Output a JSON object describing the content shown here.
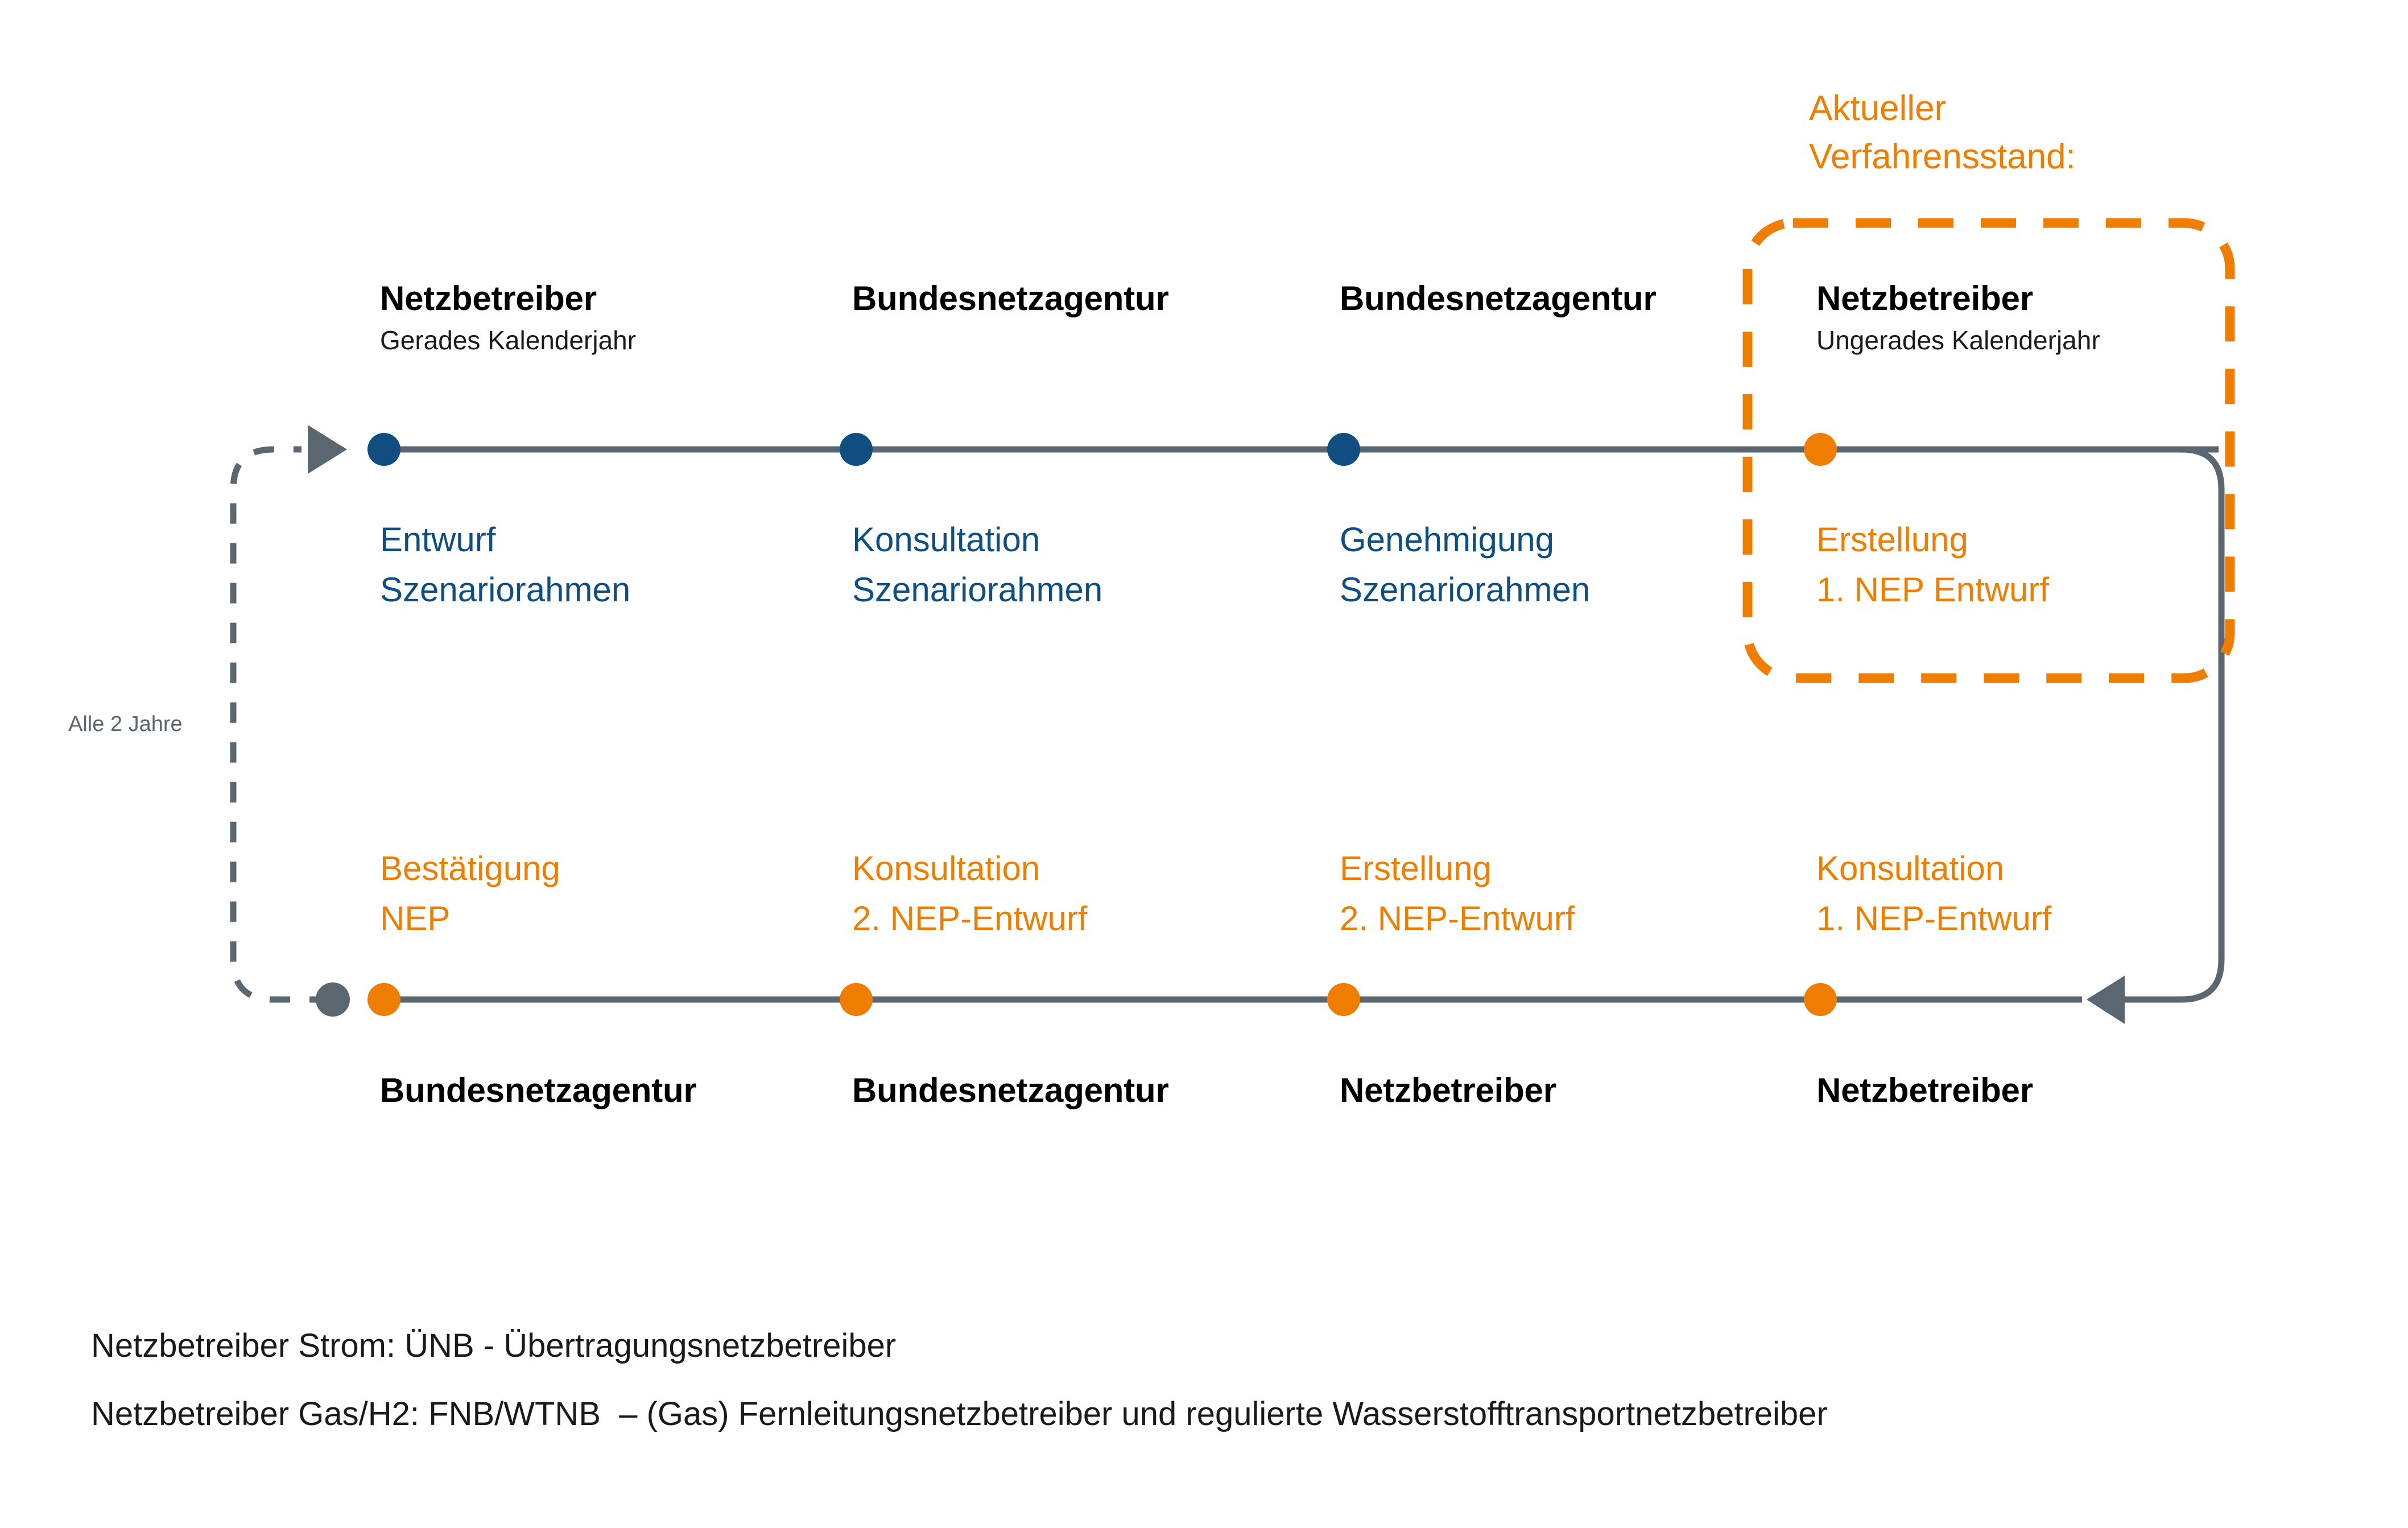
{
  "diagram": {
    "title_status": "Aktueller\nVerfahrensstand:",
    "status_line1": "Aktueller",
    "status_line2": "Verfahrensstand:",
    "cycle_label": "Alle 2 Jahre",
    "colors": {
      "blue": "#104E82",
      "orange": "#EF7D00",
      "gray": "#5A6771",
      "black": "#000000"
    },
    "top_row": {
      "actors": [
        {
          "name": "Netzbetreiber",
          "sub": "Gerades Kalenderjahr"
        },
        {
          "name": "Bundesnetzagentur",
          "sub": ""
        },
        {
          "name": "Bundesnetzagentur",
          "sub": ""
        },
        {
          "name": "Netzbetreiber",
          "sub": "Ungerades Kalenderjahr"
        }
      ],
      "phases": [
        {
          "line1": "Entwurf",
          "line2": "Szenariorahmen",
          "color": "blue"
        },
        {
          "line1": "Konsultation",
          "line2": "Szenariorahmen",
          "color": "blue"
        },
        {
          "line1": "Genehmigung",
          "line2": "Szenariorahmen",
          "color": "blue"
        },
        {
          "line1": "Erstellung",
          "line2": "1. NEP Entwurf",
          "color": "orange"
        }
      ],
      "markers": [
        "blue",
        "blue",
        "blue",
        "orange"
      ]
    },
    "bottom_row": {
      "phases": [
        {
          "line1": "Bestätigung",
          "line2": "NEP",
          "color": "orange"
        },
        {
          "line1": "Konsultation",
          "line2": "2. NEP-Entwurf",
          "color": "orange"
        },
        {
          "line1": "Erstellung",
          "line2": "2. NEP-Entwurf",
          "color": "orange"
        },
        {
          "line1": "Konsultation",
          "line2": "1. NEP-Entwurf",
          "color": "orange"
        }
      ],
      "actors": [
        {
          "name": "Bundesnetzagentur"
        },
        {
          "name": "Bundesnetzagentur"
        },
        {
          "name": "Netzbetreiber"
        },
        {
          "name": "Netzbetreiber"
        }
      ],
      "markers": [
        "orange",
        "orange",
        "orange",
        "orange"
      ]
    },
    "footnotes": [
      "Netzbetreiber Strom: ÜNB - Übertragungsnetzbetreiber",
      "Netzbetreiber Gas/H2: FNB/WTNB  – (Gas) Fernleitungsnetzbetreiber und regulierte Wasserstofftransportnetzbetreiber"
    ]
  }
}
